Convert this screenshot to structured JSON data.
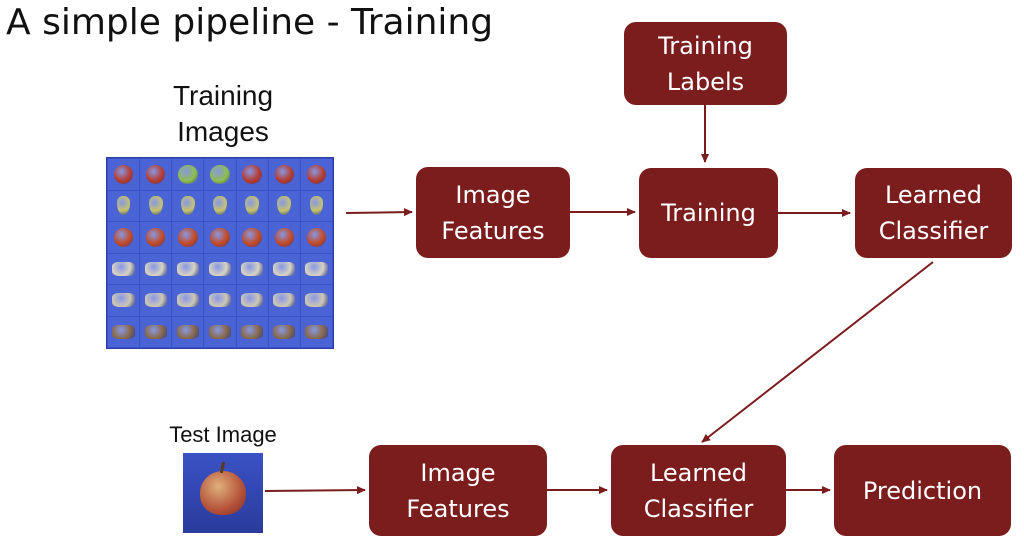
{
  "title": "A simple pipeline - Training",
  "captions": {
    "training_images": "Training\nImages",
    "test_image": "Test Image"
  },
  "boxes": {
    "training_labels": "Training\nLabels",
    "image_features_top": "Image\nFeatures",
    "training": "Training",
    "learned_classifier_top": "Learned\nClassifier",
    "image_features_bottom": "Image\nFeatures",
    "learned_classifier_bottom": "Learned\nClassifier",
    "prediction": "Prediction"
  },
  "colors": {
    "box": "#7b1c1d",
    "arrow": "#7b1c1d",
    "grid": "#3a50c8"
  },
  "training_grid": {
    "rows": [
      {
        "kind": "apple",
        "color": "#b83a2a"
      },
      {
        "kind": "pear",
        "color": "#c9c36a"
      },
      {
        "kind": "tomato",
        "color": "#c7471f"
      },
      {
        "kind": "cow",
        "color": "#d8d2c2"
      },
      {
        "kind": "dog",
        "color": "#cfc6b4"
      },
      {
        "kind": "horse",
        "color": "#8a6a4a"
      }
    ],
    "columns": 7
  }
}
